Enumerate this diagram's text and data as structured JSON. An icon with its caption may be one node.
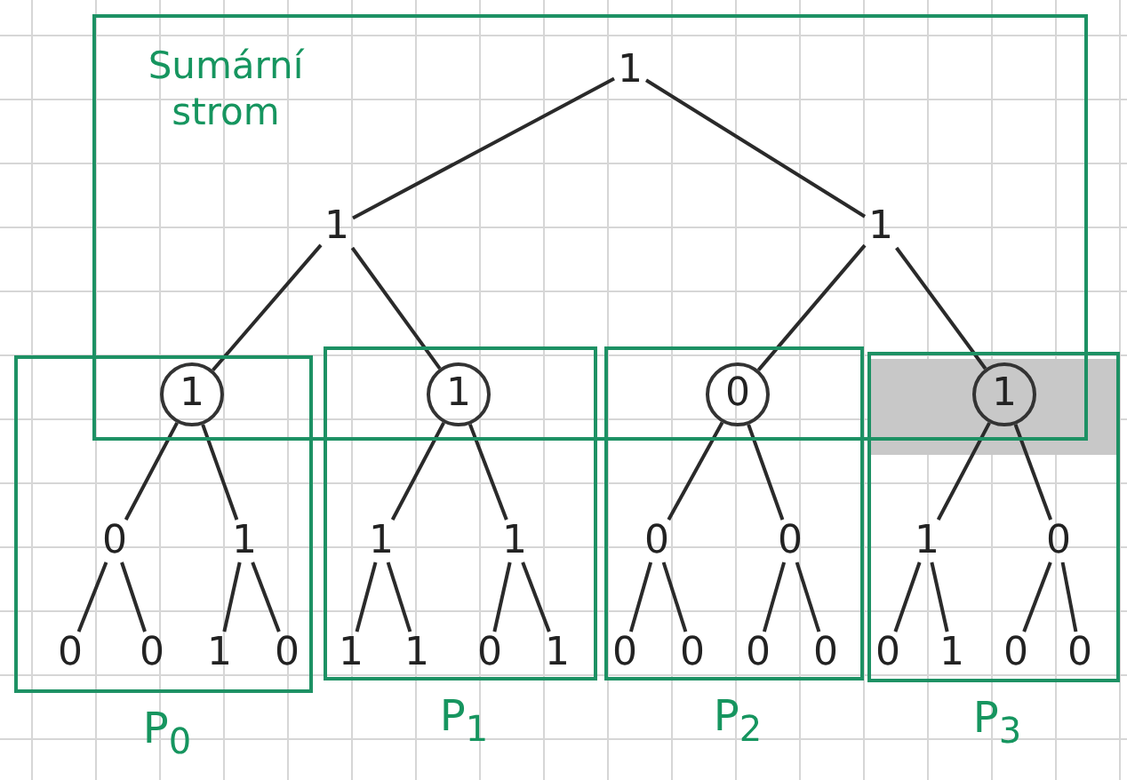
{
  "diagram": {
    "nodes": [
      {
        "text": [
          "Sumární strom"
        ]
      },
      {
        "text": [
          "1"
        ],
        "in": 0
      },
      {
        "text": [
          "1"
        ],
        "in": 0
      },
      {
        "text": [
          "1"
        ],
        "in": 0
      },
      {
        "text": [
          "1"
        ]
      },
      {
        "text": [
          "1"
        ]
      },
      {
        "text": [
          "0"
        ]
      },
      {
        "text": [
          "1"
        ]
      },
      {
        "text": [
          "P$_{0}$"
        ]
      },
      {
        "text": [
          "0"
        ],
        "in": 8
      },
      {
        "text": [
          "1"
        ],
        "in": 8
      },
      {
        "text": [
          "0"
        ],
        "in": 8
      },
      {
        "text": [
          "0"
        ],
        "in": 8
      },
      {
        "text": [
          "1"
        ],
        "in": 8
      },
      {
        "text": [
          "0"
        ],
        "in": 8
      },
      {
        "text": [
          "P$_{1}$"
        ]
      },
      {
        "text": [
          "1"
        ],
        "in": 15
      },
      {
        "text": [
          "1"
        ],
        "in": 15
      },
      {
        "text": [
          "1"
        ],
        "in": 15
      },
      {
        "text": [
          "1"
        ],
        "in": 15
      },
      {
        "text": [
          "0"
        ],
        "in": 15
      },
      {
        "text": [
          "1"
        ],
        "in": 15
      },
      {
        "text": [
          "P$_{2}$"
        ]
      },
      {
        "text": [
          "0"
        ],
        "in": 22
      },
      {
        "text": [
          "0"
        ],
        "in": 22
      },
      {
        "text": [
          "0"
        ],
        "in": 22
      },
      {
        "text": [
          "0"
        ],
        "in": 22
      },
      {
        "text": [
          "0"
        ],
        "in": 22
      },
      {
        "text": [
          "0"
        ],
        "in": 22
      },
      {
        "text": [
          "P$_{3}$"
        ]
      },
      {
        "text": [
          "1"
        ],
        "in": 29
      },
      {
        "text": [
          "0"
        ],
        "in": 29
      },
      {
        "text": [
          "0"
        ],
        "in": 29
      },
      {
        "text": [
          "1"
        ],
        "in": 29
      },
      {
        "text": [
          "0"
        ],
        "in": 29
      },
      {
        "text": [
          "0"
        ],
        "in": 29
      }
    ],
    "edges": [
      {
        "from": 1,
        "to": 2,
        "arrow": "none"
      },
      {
        "from": 1,
        "to": 3,
        "arrow": "none"
      },
      {
        "from": 2,
        "to": 4,
        "arrow": "none"
      },
      {
        "from": 2,
        "to": 5,
        "arrow": "none"
      },
      {
        "from": 3,
        "to": 6,
        "arrow": "none"
      },
      {
        "from": 3,
        "to": 7,
        "arrow": "none"
      },
      {
        "from": 4,
        "to": 9,
        "arrow": "none"
      },
      {
        "from": 4,
        "to": 10,
        "arrow": "none"
      },
      {
        "from": 9,
        "to": 11,
        "arrow": "none"
      },
      {
        "from": 9,
        "to": 12,
        "arrow": "none"
      },
      {
        "from": 10,
        "to": 13,
        "arrow": "none"
      },
      {
        "from": 10,
        "to": 14,
        "arrow": "none"
      },
      {
        "from": 5,
        "to": 16,
        "arrow": "none"
      },
      {
        "from": 5,
        "to": 17,
        "arrow": "none"
      },
      {
        "from": 16,
        "to": 18,
        "arrow": "none"
      },
      {
        "from": 16,
        "to": 19,
        "arrow": "none"
      },
      {
        "from": 17,
        "to": 20,
        "arrow": "none"
      },
      {
        "from": 17,
        "to": 21,
        "arrow": "none"
      },
      {
        "from": 6,
        "to": 23,
        "arrow": "none"
      },
      {
        "from": 6,
        "to": 24,
        "arrow": "none"
      },
      {
        "from": 23,
        "to": 25,
        "arrow": "none"
      },
      {
        "from": 23,
        "to": 26,
        "arrow": "none"
      },
      {
        "from": 24,
        "to": 27,
        "arrow": "none"
      },
      {
        "from": 24,
        "to": 28,
        "arrow": "none"
      },
      {
        "from": 7,
        "to": 30,
        "arrow": "none"
      },
      {
        "from": 7,
        "to": 31,
        "arrow": "none"
      },
      {
        "from": 30,
        "to": 32,
        "arrow": "none"
      },
      {
        "from": 30,
        "to": 33,
        "arrow": "none"
      },
      {
        "from": 31,
        "to": 34,
        "arrow": "none"
      },
      {
        "from": 31,
        "to": 35,
        "arrow": "none"
      }
    ]
  }
}
